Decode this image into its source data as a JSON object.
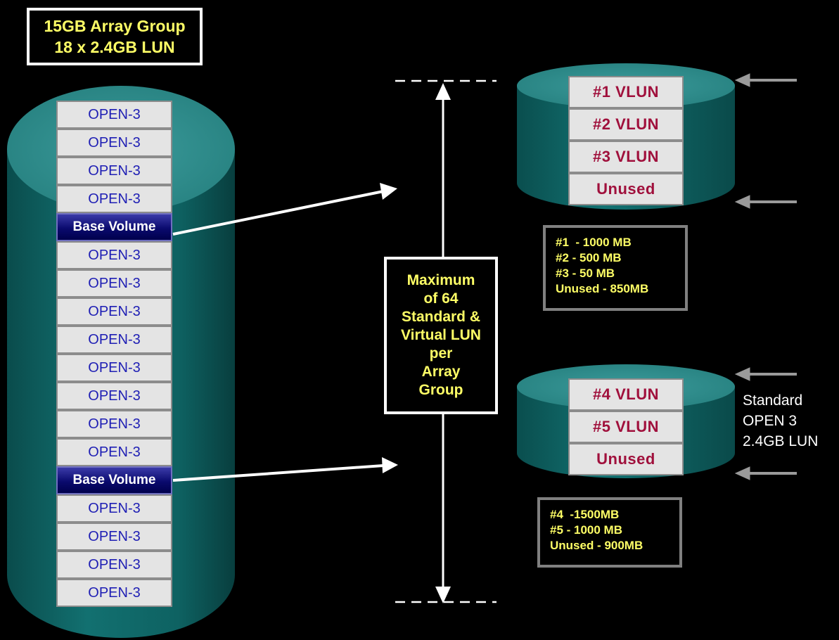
{
  "title": {
    "line1": "15GB Array Group",
    "line2": "18 x 2.4GB LUN"
  },
  "array_luns": [
    "OPEN-3",
    "OPEN-3",
    "OPEN-3",
    "OPEN-3",
    "Base Volume",
    "OPEN-3",
    "OPEN-3",
    "OPEN-3",
    "OPEN-3",
    "OPEN-3",
    "OPEN-3",
    "OPEN-3",
    "OPEN-3",
    "Base Volume",
    "OPEN-3",
    "OPEN-3",
    "OPEN-3",
    "OPEN-3"
  ],
  "vlun_group1": [
    "#1  VLUN",
    "#2  VLUN",
    "#3  VLUN",
    "Unused"
  ],
  "vlun_group2": [
    "#4  VLUN",
    "#5  VLUN",
    "Unused"
  ],
  "sizes1": [
    "#1  - 1000 MB",
    "#2 - 500 MB",
    "#3 - 50 MB",
    "Unused - 850MB"
  ],
  "sizes2": [
    "#4  -1500MB",
    "#5 - 1000 MB",
    "Unused - 900MB"
  ],
  "maximum": [
    "Maximum",
    "of 64",
    "Standard &",
    "Virtual LUN",
    "per",
    "Array",
    "Group"
  ],
  "standard": [
    "Standard",
    "OPEN 3",
    "2.4GB LUN"
  ],
  "colors": {
    "background": "#000000",
    "cylinder": "#0f6d6d",
    "cylinder_top": "#2f8e8e",
    "label_yellow": "#ffff66",
    "open3_text": "#1e1eb4",
    "vlun_text": "#a0103c",
    "base_volume_fill": "#0a0a6e"
  }
}
